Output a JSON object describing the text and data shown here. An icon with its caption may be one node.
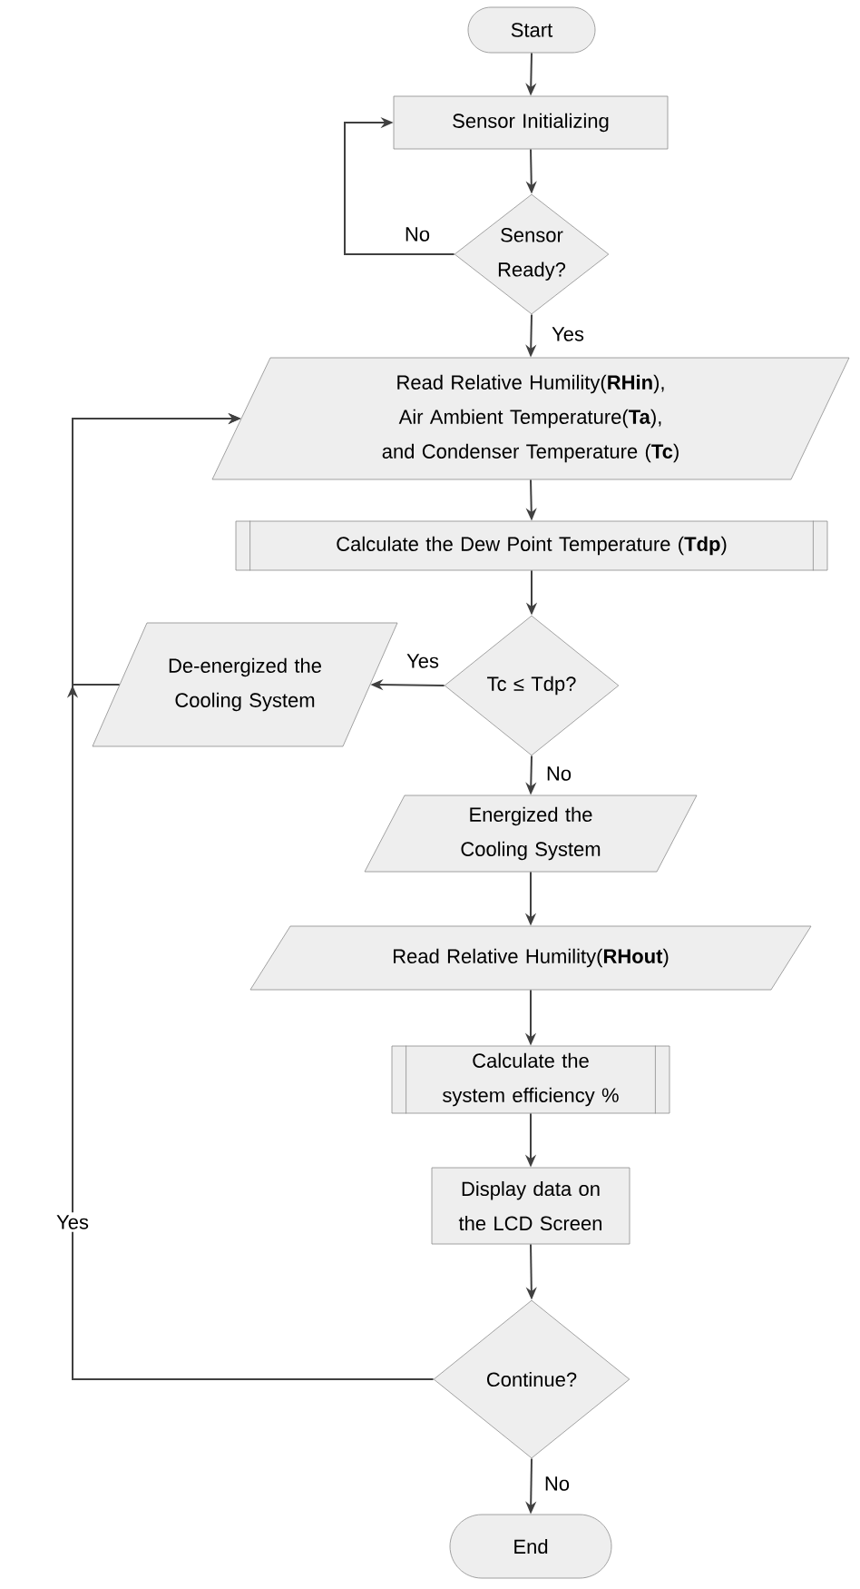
{
  "diagram": {
    "nodes": [
      {
        "text": [
          "Start"
        ]
      },
      {
        "text": [
          "Sensor Initializing"
        ]
      },
      {
        "text": [
          "Sensor Ready?"
        ]
      },
      {
        "text": [
          "Read Relative Humility(**RHin**), Air Ambient Temperature(**Ta**), and Condenser Temperature (**Tc**)"
        ]
      },
      {
        "text": [
          "Calculate the Dew Point Temperature (**Tdp**)"
        ]
      },
      {
        "text": [
          "Tc ≤ Tdp?"
        ]
      },
      {
        "text": [
          "De-energized the Cooling System"
        ]
      },
      {
        "text": [
          "Energized the Cooling System"
        ]
      },
      {
        "text": [
          "Read Relative Humility(**RHout**)"
        ]
      },
      {
        "text": [
          "Calculate the system efficiency %"
        ]
      },
      {
        "text": [
          "Display data on the LCD Screen"
        ]
      },
      {
        "text": [
          "Continue?"
        ]
      },
      {
        "text": [
          "End"
        ]
      }
    ],
    "edges": [
      {
        "from": 0,
        "to": 1,
        "arrow": "to"
      },
      {
        "from": 1,
        "to": 2,
        "arrow": "to"
      },
      {
        "from": 2,
        "to": 1,
        "arrow": "to",
        "label": "No"
      },
      {
        "from": 2,
        "to": 3,
        "arrow": "to",
        "label": "Yes"
      },
      {
        "from": 3,
        "to": 4,
        "arrow": "to"
      },
      {
        "from": 4,
        "to": 5,
        "arrow": "to"
      },
      {
        "from": 5,
        "to": 6,
        "arrow": "to",
        "label": "Yes"
      },
      {
        "from": 5,
        "to": 7,
        "arrow": "to",
        "label": "No"
      },
      {
        "from": 7,
        "to": 8,
        "arrow": "to"
      },
      {
        "from": 8,
        "to": 9,
        "arrow": "to"
      },
      {
        "from": 9,
        "to": 10,
        "arrow": "to"
      },
      {
        "from": 10,
        "to": 11,
        "arrow": "to"
      },
      {
        "from": 6,
        "to": 3,
        "arrow": "to"
      },
      {
        "from": 11,
        "to": 3,
        "arrow": "to",
        "label": "Yes"
      },
      {
        "from": 11,
        "to": 12,
        "arrow": "to",
        "label": "No"
      }
    ]
  }
}
